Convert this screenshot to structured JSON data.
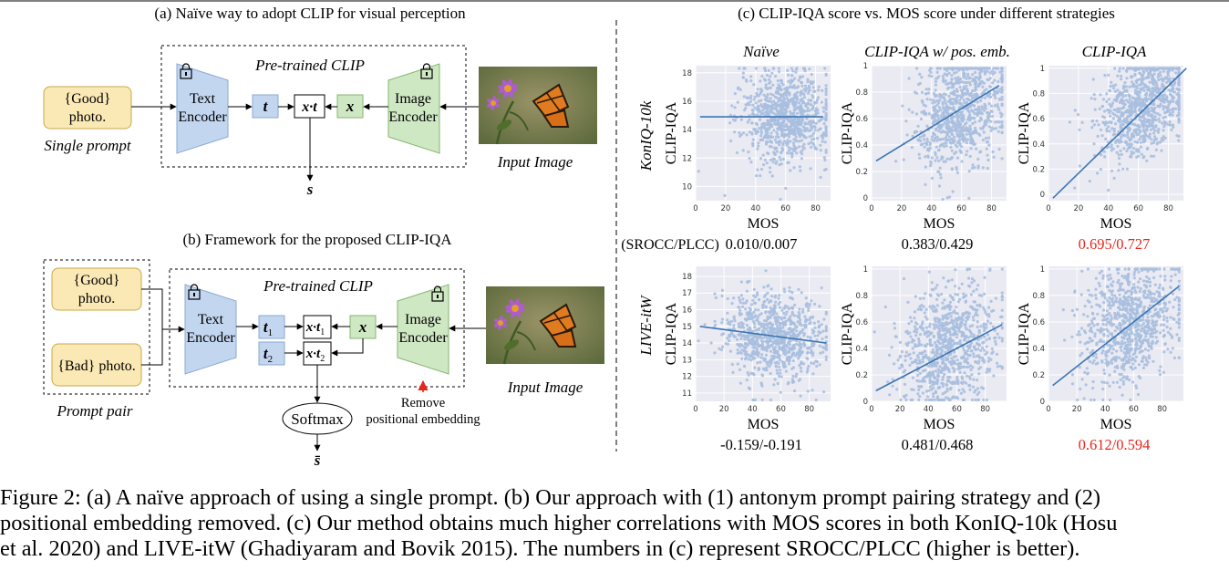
{
  "panel_a": {
    "title": "(a) Naïve way to adopt CLIP for visual perception",
    "clip_label": "Pre-trained CLIP",
    "prompt_line1": "{Good}",
    "prompt_line2": "photo.",
    "prompt_caption": "Single prompt",
    "text_encoder_line1": "Text",
    "text_encoder_line2": "Encoder",
    "image_encoder_line1": "Image",
    "image_encoder_line2": "Encoder",
    "t_label": "t",
    "x_label": "x",
    "xt_label": "x·t",
    "s_label": "s",
    "input_caption": "Input Image"
  },
  "panel_b": {
    "title": "(b) Framework for the proposed CLIP-IQA",
    "clip_label": "Pre-trained CLIP",
    "good_line1": "{Good}",
    "good_line2": "photo.",
    "bad_label": "{Bad} photo.",
    "pair_caption": "Prompt pair",
    "text_encoder_line1": "Text",
    "text_encoder_line2": "Encoder",
    "image_encoder_line1": "Image",
    "image_encoder_line2": "Encoder",
    "t1_label": "t",
    "t1_sub": "1",
    "t2_label": "t",
    "t2_sub": "2",
    "x_label": "x",
    "xt1_label": "x·t",
    "xt1_sub": "1",
    "xt2_label": "x·t",
    "xt2_sub": "2",
    "softmax_label": "Softmax",
    "sbar_label": "s̄",
    "remove_line1": "Remove",
    "remove_line2": "positional embedding",
    "input_caption": "Input Image"
  },
  "panel_c": {
    "title": "(c) CLIP-IQA score vs. MOS score under different strategies",
    "col_titles": [
      "Naïve",
      "CLIP-IQA w/ pos. emb.",
      "CLIP-IQA"
    ],
    "row_titles": [
      "KonIQ-10k",
      "LIVE-itW"
    ],
    "ylabel": "CLIP-IQA",
    "xlabel": "MOS",
    "metric_label": "(SROCC/PLCC)",
    "scores_row1": [
      "0.010/0.007",
      "0.383/0.429",
      "0.695/0.727"
    ],
    "scores_row2": [
      "-0.159/-0.191",
      "0.481/0.468",
      "0.612/0.594"
    ],
    "highlight_color": "#e8251d",
    "point_color": "#a9bfdf",
    "line_color": "#3a76b4",
    "plot_bg": "#eaeaf2"
  },
  "chart_data": [
    {
      "type": "scatter",
      "title": "Naïve",
      "dataset": "KonIQ-10k",
      "xlabel": "MOS",
      "ylabel": "CLIP-IQA",
      "xlim": [
        0,
        90
      ],
      "ylim": [
        9,
        18.5
      ],
      "xticks": [
        0,
        20,
        40,
        60,
        80
      ],
      "yticks": [
        10,
        12,
        14,
        16,
        18
      ],
      "fit": {
        "x": [
          3,
          85
        ],
        "y": [
          14.9,
          14.9
        ]
      },
      "center": [
        60,
        15.0
      ],
      "spread": [
        15,
        1.6
      ],
      "score": "0.010/0.007"
    },
    {
      "type": "scatter",
      "title": "CLIP-IQA w/ pos. emb.",
      "dataset": "KonIQ-10k",
      "xlabel": "MOS",
      "ylabel": "CLIP-IQA",
      "xlim": [
        0,
        90
      ],
      "ylim": [
        -0.02,
        1.0
      ],
      "xticks": [
        0,
        20,
        40,
        60,
        80
      ],
      "yticks": [
        0.0,
        0.2,
        0.4,
        0.6,
        0.8,
        1.0
      ],
      "fit": {
        "x": [
          3,
          85
        ],
        "y": [
          0.28,
          0.85
        ]
      },
      "center": [
        60,
        0.68
      ],
      "spread": [
        15,
        0.22
      ],
      "score": "0.383/0.429"
    },
    {
      "type": "scatter",
      "title": "CLIP-IQA",
      "dataset": "KonIQ-10k",
      "xlabel": "MOS",
      "ylabel": "CLIP-IQA",
      "xlim": [
        0,
        90
      ],
      "ylim": [
        -0.05,
        1.02
      ],
      "xticks": [
        0,
        20,
        40,
        60,
        80
      ],
      "yticks": [
        0.0,
        0.2,
        0.4,
        0.6,
        0.8,
        1.0
      ],
      "fit": {
        "x": [
          3,
          92
        ],
        "y": [
          -0.03,
          1.0
        ]
      },
      "center": [
        62,
        0.72
      ],
      "spread": [
        15,
        0.2
      ],
      "score": "0.695/0.727"
    },
    {
      "type": "scatter",
      "title": "Naïve",
      "dataset": "LIVE-itW",
      "xlabel": "MOS",
      "ylabel": "CLIP-IQA",
      "xlim": [
        0,
        95
      ],
      "ylim": [
        10.5,
        18.6
      ],
      "xticks": [
        0,
        20,
        40,
        60,
        80
      ],
      "yticks": [
        11,
        12,
        13,
        14,
        15,
        16,
        17,
        18
      ],
      "fit": {
        "x": [
          3,
          92
        ],
        "y": [
          15.0,
          14.0
        ]
      },
      "center": [
        55,
        14.5
      ],
      "spread": [
        17,
        1.3
      ],
      "score": "-0.159/-0.191"
    },
    {
      "type": "scatter",
      "title": "CLIP-IQA w/ pos. emb.",
      "dataset": "LIVE-itW",
      "xlabel": "MOS",
      "ylabel": "CLIP-IQA",
      "xlim": [
        0,
        95
      ],
      "ylim": [
        0.0,
        1.02
      ],
      "xticks": [
        0,
        20,
        40,
        60,
        80
      ],
      "yticks": [
        0.0,
        0.2,
        0.4,
        0.6,
        0.8,
        1.0
      ],
      "fit": {
        "x": [
          3,
          92
        ],
        "y": [
          0.08,
          0.58
        ]
      },
      "center": [
        55,
        0.45
      ],
      "spread": [
        17,
        0.22
      ],
      "score": "0.481/0.468"
    },
    {
      "type": "scatter",
      "title": "CLIP-IQA",
      "dataset": "LIVE-itW",
      "xlabel": "MOS",
      "ylabel": "CLIP-IQA",
      "xlim": [
        0,
        95
      ],
      "ylim": [
        0.0,
        1.02
      ],
      "xticks": [
        0,
        20,
        40,
        60,
        80
      ],
      "yticks": [
        0.0,
        0.2,
        0.4,
        0.6,
        0.8,
        1.0
      ],
      "fit": {
        "x": [
          3,
          92
        ],
        "y": [
          0.12,
          0.87
        ]
      },
      "center": [
        58,
        0.62
      ],
      "spread": [
        17,
        0.22
      ],
      "score": "0.612/0.594"
    }
  ],
  "caption": {
    "line1": "Figure 2: (a) A naïve approach of using a single prompt. (b) Our approach with (1) antonym prompt pairing strategy and (2)",
    "line2": "positional embedding removed. (c) Our method obtains much higher correlations with MOS scores in both KonIQ-10k (Hosu",
    "line3": "et al. 2020) and LIVE-itW (Ghadiyaram and Bovik 2015). The numbers in (c) represent SROCC/PLCC (higher is better)."
  }
}
